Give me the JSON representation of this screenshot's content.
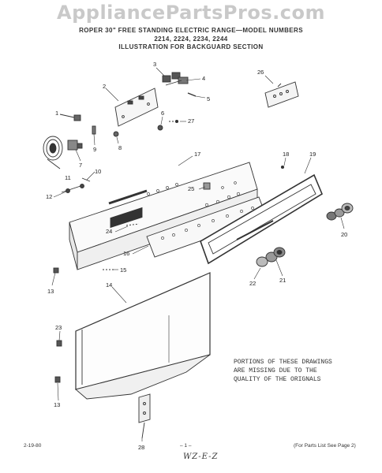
{
  "watermark": "AppliancePartsPros.com",
  "header": {
    "line1": "ROPER 30\" FREE STANDING ELECTRIC RANGE—MODEL NUMBERS",
    "line2": "2214, 2224, 2234, 2244",
    "line3": "ILLUSTRATION FOR BACKGUARD SECTION"
  },
  "note_lines": [
    "PORTIONS OF THESE DRAWINGS",
    "ARE MISSING DUE TO THE",
    "QUALITY OF THE ORIGNALS"
  ],
  "footer": {
    "date": "2-19-80",
    "page": "– 1 –",
    "ref": "(For Parts List See Page 2)",
    "handwritten": "WZ-E-Z"
  },
  "callouts": [
    "1",
    "2",
    "3",
    "4",
    "5",
    "6",
    "7",
    "8",
    "9",
    "10",
    "11",
    "12",
    "13",
    "13",
    "14",
    "15",
    "16",
    "17",
    "18",
    "19",
    "20",
    "21",
    "22",
    "23",
    "24",
    "25",
    "26",
    "27",
    "28"
  ]
}
